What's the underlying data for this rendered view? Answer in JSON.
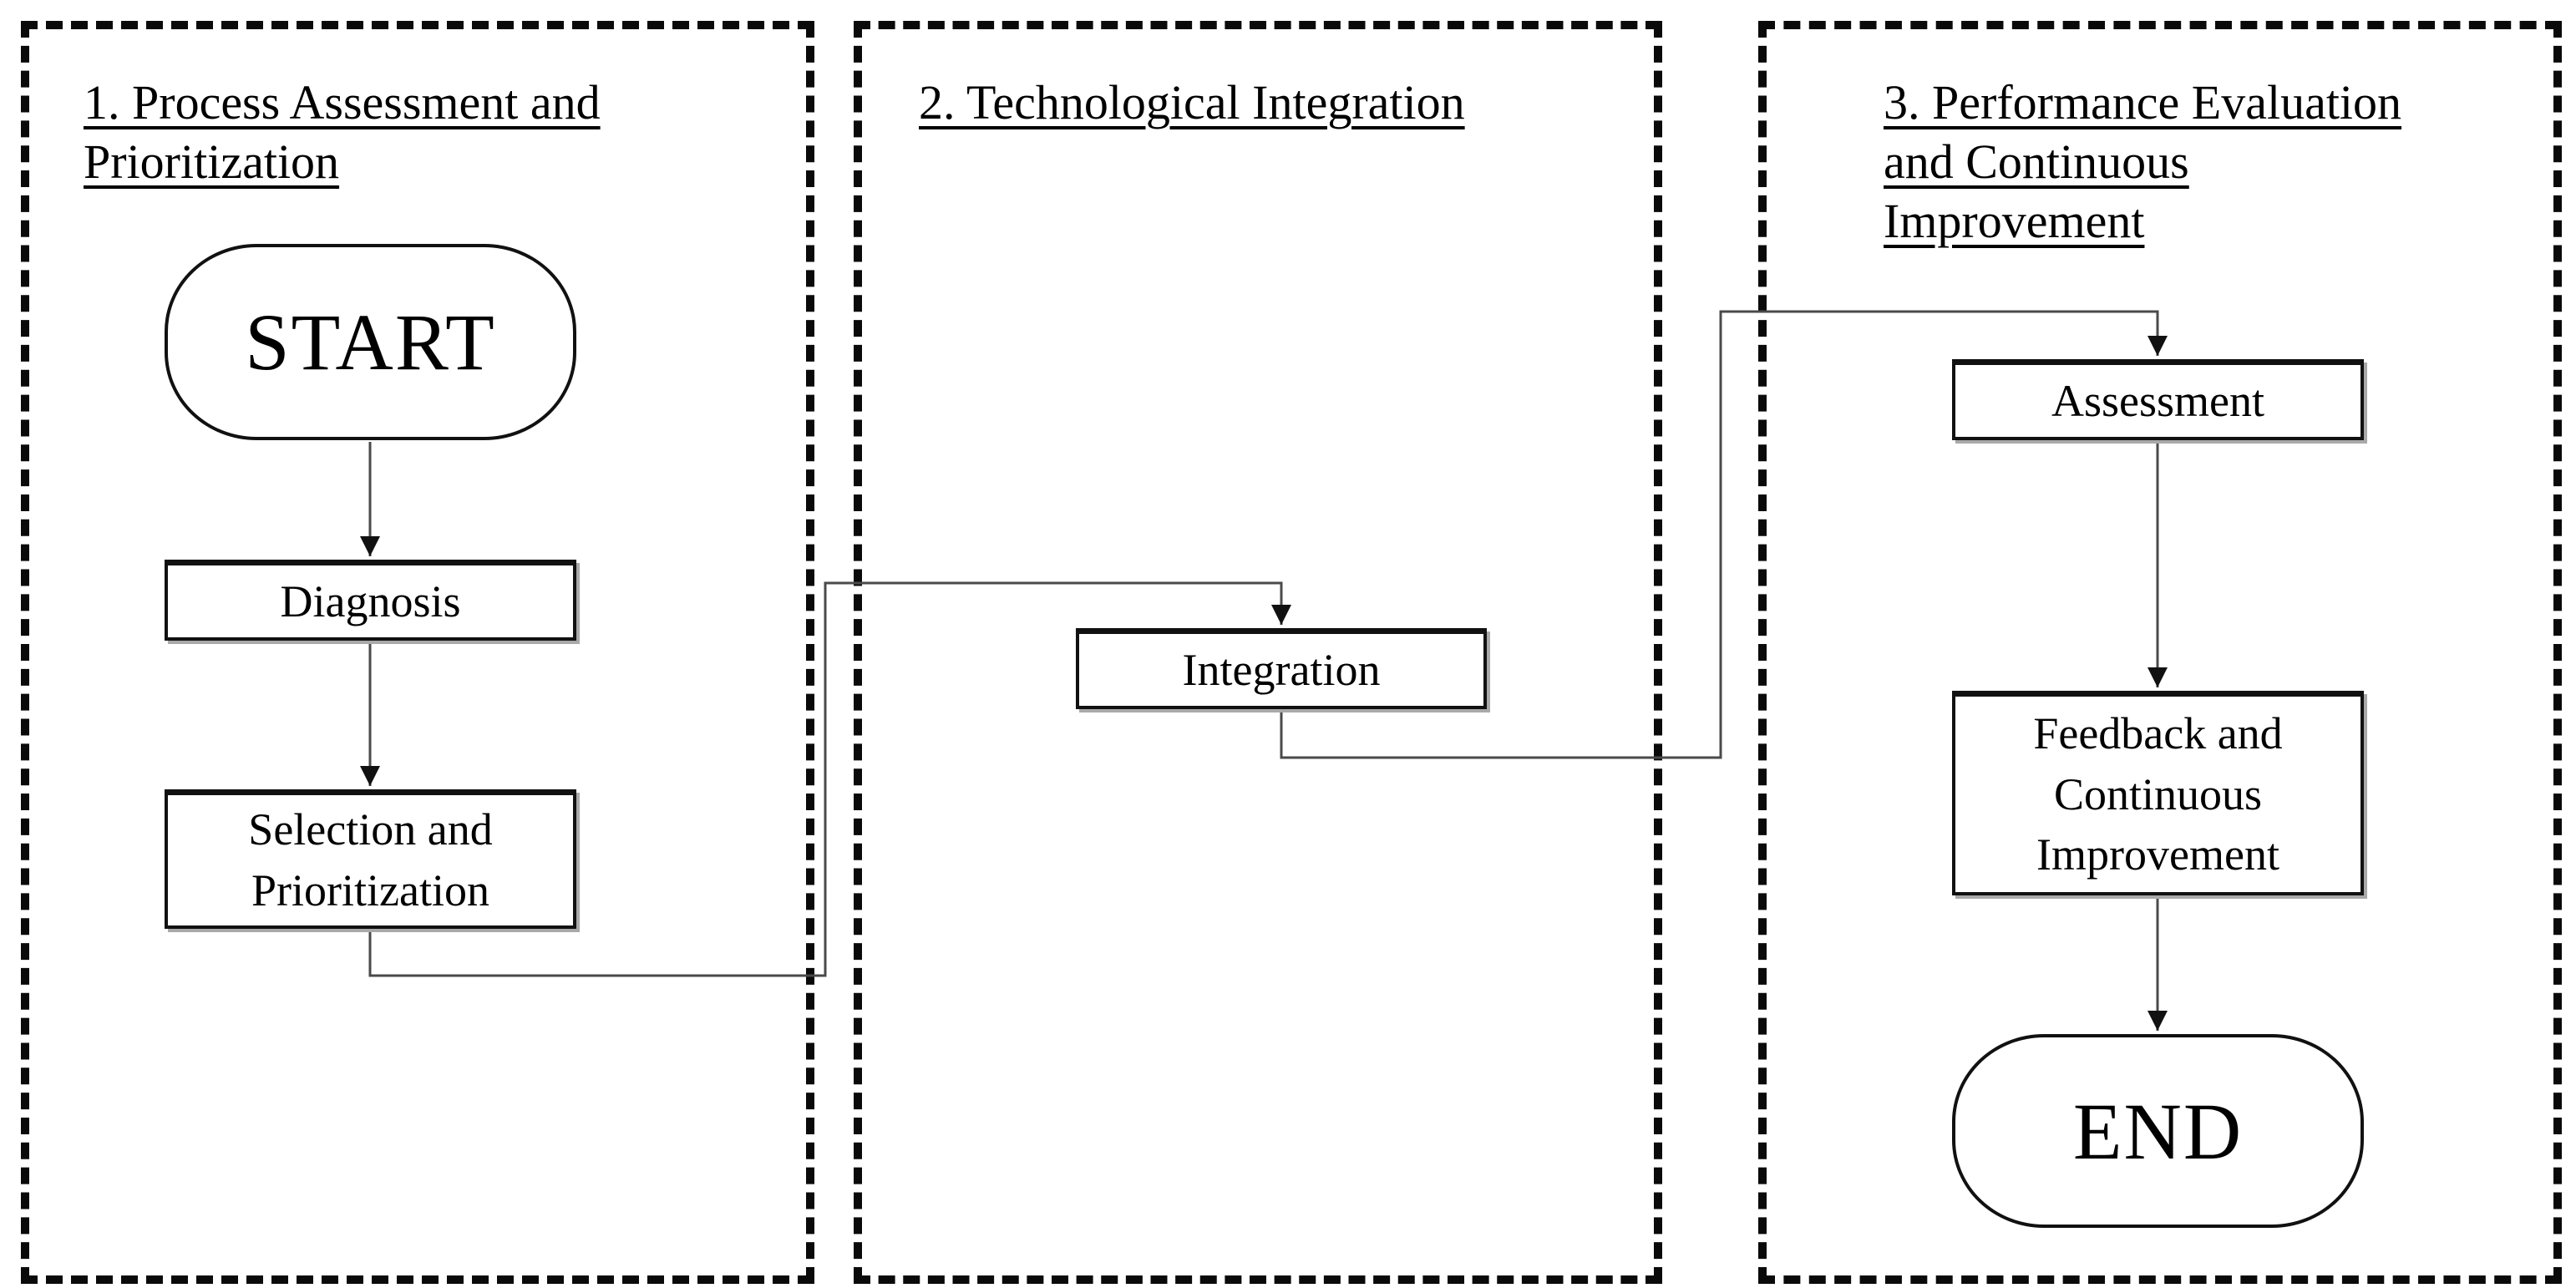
{
  "diagram": {
    "background_color": "#ffffff",
    "line_color": "#4a4a4a",
    "box_border_color": "#111111",
    "panel_border_style": "dashed-black",
    "panels": [
      {
        "id": "panel-1",
        "title": "1. Process Assessment and Prioritization"
      },
      {
        "id": "panel-2",
        "title": "2. Technological Integration"
      },
      {
        "id": "panel-3",
        "title": "3. Performance Evaluation and Continuous Improvement"
      }
    ],
    "nodes": [
      {
        "id": "start",
        "label": "START",
        "type": "terminator",
        "panel": "panel-1"
      },
      {
        "id": "diagnosis",
        "label": "Diagnosis",
        "type": "process",
        "panel": "panel-1"
      },
      {
        "id": "selection",
        "label": "Selection and Prioritization",
        "type": "process",
        "panel": "panel-1"
      },
      {
        "id": "integration",
        "label": "Integration",
        "type": "process",
        "panel": "panel-2"
      },
      {
        "id": "assessment",
        "label": "Assessment",
        "type": "process",
        "panel": "panel-3"
      },
      {
        "id": "feedback",
        "label": "Feedback and Continuous Improvement",
        "type": "process",
        "panel": "panel-3"
      },
      {
        "id": "end",
        "label": "END",
        "type": "terminator",
        "panel": "panel-3"
      }
    ],
    "edges": [
      {
        "from": "start",
        "to": "diagnosis"
      },
      {
        "from": "diagnosis",
        "to": "selection"
      },
      {
        "from": "selection",
        "to": "integration"
      },
      {
        "from": "integration",
        "to": "assessment"
      },
      {
        "from": "assessment",
        "to": "feedback"
      },
      {
        "from": "feedback",
        "to": "end"
      }
    ]
  }
}
